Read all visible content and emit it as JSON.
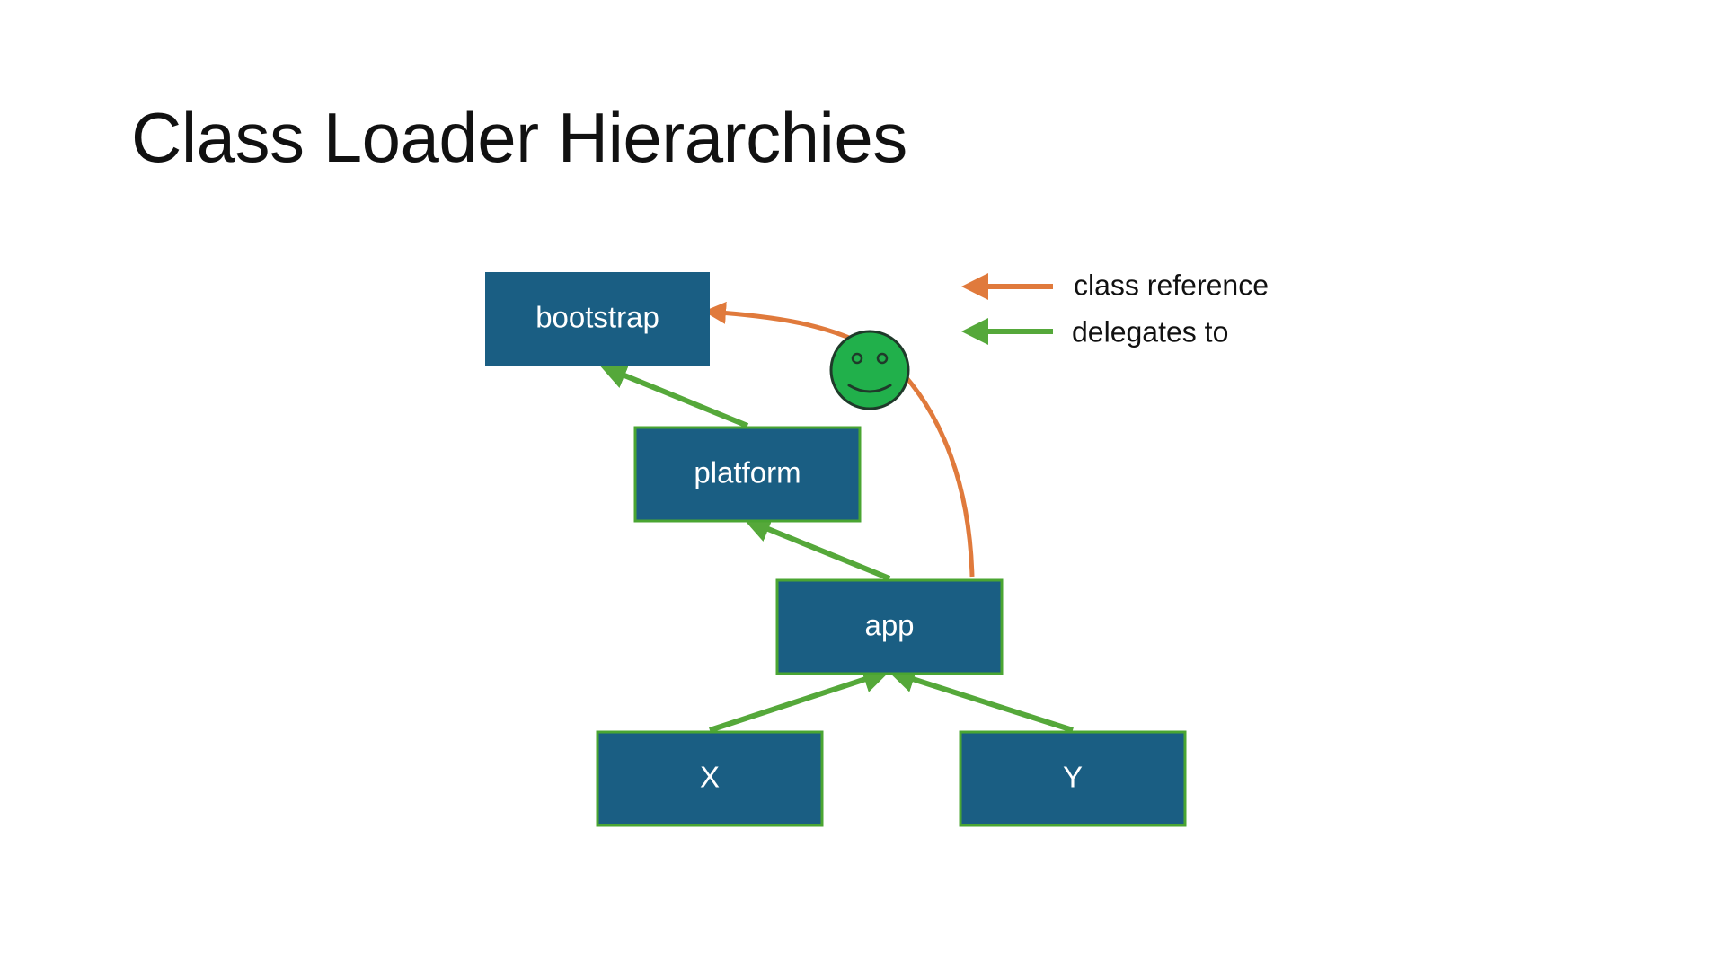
{
  "slide": {
    "title": "Class Loader Hierarchies"
  },
  "colors": {
    "node_fill": "#1a5e83",
    "node_border": "#4aa532",
    "delegates_arrow": "#55a83a",
    "class_reference_arrow": "#e07a3c",
    "smiley_fill": "#21b04b",
    "smiley_outline": "#1f3a2a"
  },
  "nodes": {
    "bootstrap": {
      "label": "bootstrap"
    },
    "platform": {
      "label": "platform"
    },
    "app": {
      "label": "app"
    },
    "x": {
      "label": "X"
    },
    "y": {
      "label": "Y"
    }
  },
  "edges": [
    {
      "type": "delegates to",
      "from": "platform",
      "to": "bootstrap"
    },
    {
      "type": "delegates to",
      "from": "app",
      "to": "platform"
    },
    {
      "type": "delegates to",
      "from": "X",
      "to": "app"
    },
    {
      "type": "delegates to",
      "from": "Y",
      "to": "app"
    },
    {
      "type": "class reference",
      "from": "app",
      "to": "bootstrap"
    }
  ],
  "legend": {
    "class_reference": "class reference",
    "delegates_to": "delegates to"
  },
  "decorations": {
    "smiley_icon": "smiley-face-icon"
  }
}
